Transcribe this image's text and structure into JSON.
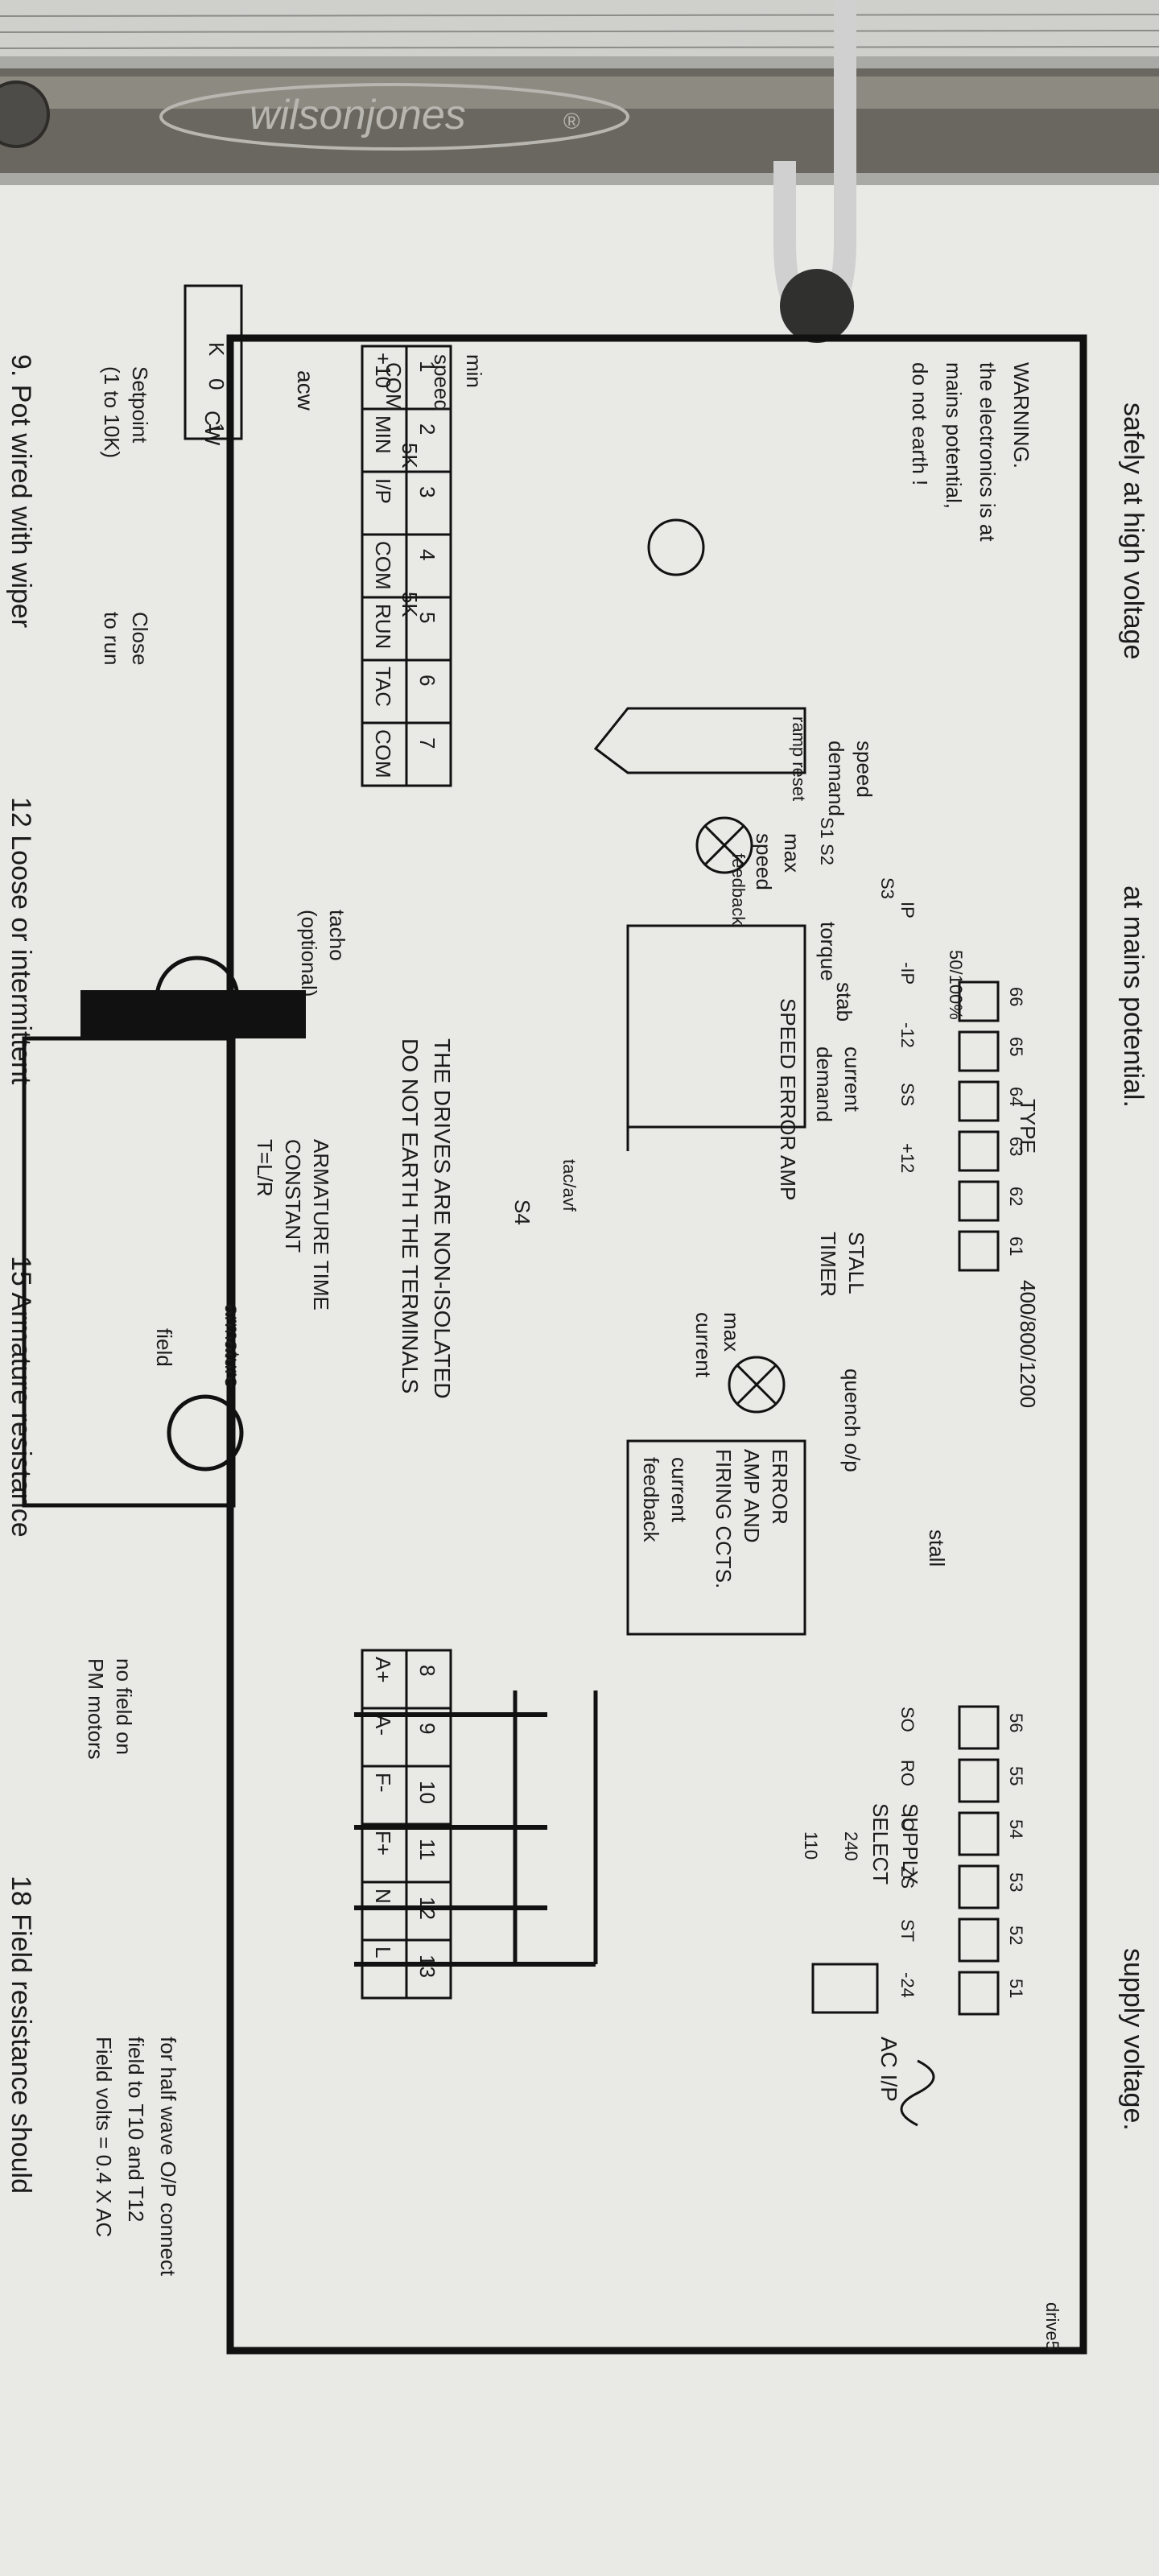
{
  "binder": {
    "brand": "wilsonjones",
    "registered_mark": "®"
  },
  "page_text": {
    "top_left": "safely at high voltage",
    "top_mid": "at mains potential.",
    "top_right": "supply voltage.",
    "bottom_left": "9. Pot wired with wiper",
    "bottom_mid": "12 Loose or intermittent",
    "bottom_mid2": "15 Armature resistance",
    "bottom_right": "18 Field resistance should"
  },
  "diagram": {
    "id": "drive5",
    "warning": [
      "WARNING.",
      "the electronics is at",
      "mains potential,",
      "do not earth !"
    ],
    "type_label": "TYPE",
    "type_values": "400/800/1200",
    "links_left": [
      "66",
      "65",
      "64",
      "63",
      "62",
      "61"
    ],
    "links_left_sub": [
      "IP",
      "-IP",
      "-12",
      "SS",
      "+12"
    ],
    "links_mid": "50/100%",
    "links_right": [
      "56",
      "55",
      "54",
      "53",
      "52",
      "51"
    ],
    "links_right_sub": [
      "SO",
      "RO",
      "IO",
      "ZS",
      "ST",
      "-24"
    ],
    "supply_select": [
      "SUPPLY",
      "SELECT"
    ],
    "supply_values": [
      "240",
      "110"
    ],
    "ac_ip": "AC I/P",
    "half_wave_note": [
      "for half wave O/P connect",
      "field to T10 and T12",
      "Field volts = 0.4 X AC"
    ],
    "terminal_numbers": [
      "1",
      "2",
      "3",
      "4",
      "5",
      "6",
      "7",
      "8",
      "9",
      "10",
      "11",
      "12",
      "13"
    ],
    "terminal_names": [
      "+10",
      "MIN",
      "I/P",
      "COM",
      "RUN",
      "TAC",
      "COM",
      "A+",
      "A-",
      "F-",
      "F+",
      "N",
      "L"
    ],
    "left_labels": {
      "min_speed": [
        "min",
        "speed"
      ],
      "com": "COM",
      "five_k_1": "5K",
      "five_k_2": "5K",
      "acw": "acw",
      "cw": "CW",
      "pot": [
        "1",
        "0",
        "K"
      ],
      "setpoint": [
        "Setpoint",
        "(1 to 10K)"
      ],
      "close_to_run": [
        "Close",
        "to run"
      ]
    },
    "blocks": {
      "speed_demand": [
        "speed",
        "demand"
      ],
      "ramp_reset": "ramp reset",
      "max_speed": [
        "max",
        "speed"
      ],
      "feedback": "feedback",
      "s1s2": "S1 S2",
      "s3": "S3",
      "torque": "torque",
      "stab": "stab",
      "current_demand": [
        "current",
        "demand"
      ],
      "speed_error_amp": "SPEED ERROR AMP",
      "tac_avf": "tac/avf",
      "s4": "S4",
      "stall_timer": [
        "STALL",
        "TIMER"
      ],
      "quench": "quench o/p",
      "stall": "stall",
      "max_current": [
        "max",
        "current"
      ],
      "error_amp": [
        "ERROR",
        "AMP AND",
        "FIRING CCTS."
      ],
      "current_feedback": [
        "current",
        "feedback"
      ]
    },
    "motor": {
      "tacho": [
        "tacho",
        "(optional)"
      ],
      "armature_tc": [
        "ARMATURE TIME",
        "CONSTANT",
        "T=L/R"
      ],
      "armature": "armature",
      "field": "field",
      "no_field": [
        "no field on",
        "PM motors"
      ]
    },
    "notices": [
      "THE DRIVES ARE NON-ISOLATED",
      "DO NOT EARTH THE TERMINALS"
    ]
  }
}
